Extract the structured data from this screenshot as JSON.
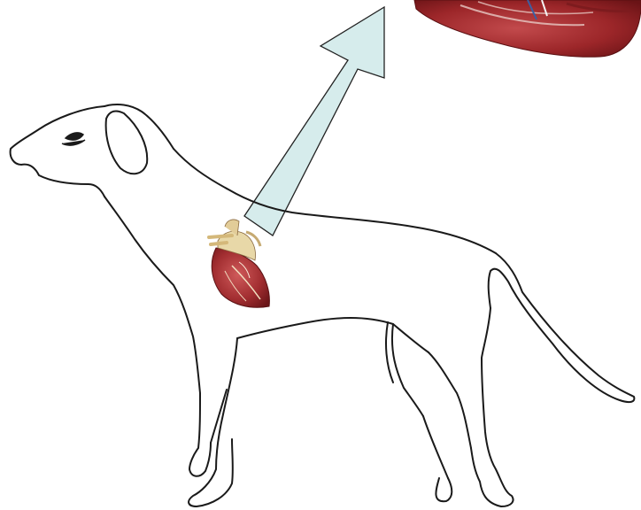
{
  "figure": {
    "subject": "dog",
    "organ": "heart",
    "arrow_direction": "up-right"
  },
  "colors": {
    "background": "#ffffff",
    "outline": "#1a1a1a",
    "arrow_fill": "#d6ecec",
    "arrow_stroke": "#222222",
    "heart_red": "#a32a2e",
    "heart_dark": "#6e1518",
    "heart_fat": "#e8d8a8"
  },
  "icons": [
    "dog-outline",
    "heart-icon",
    "enlarged-heart-icon",
    "arrow-icon"
  ]
}
